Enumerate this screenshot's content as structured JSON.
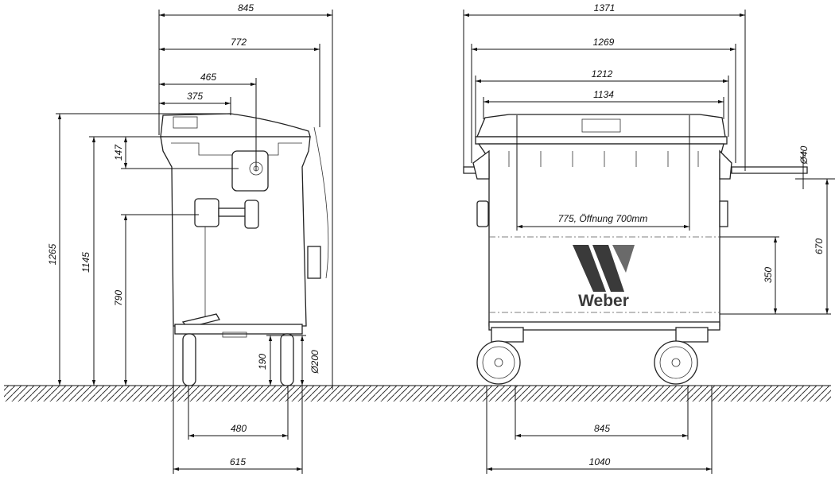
{
  "side_view": {
    "dims": {
      "overall_width": "845",
      "width_to_hinge": "772",
      "axis_distance": "465",
      "lid_handle": "375",
      "total_height": "1265",
      "rim_height": "1145",
      "handle_height": "790",
      "rim_to_axis": "147",
      "axle_height": "190",
      "wheel_diameter": "Ø200",
      "wheel_track": "480",
      "base_depth": "615"
    }
  },
  "front_view": {
    "dims": {
      "overall_width": "1371",
      "lift_bar_width": "1269",
      "trunnion_width": "1212",
      "lid_width": "1134",
      "opening": "775, Öffnung 700mm",
      "bar_diameter": "Ø40",
      "bar_height": "670",
      "label_zone_height": "350",
      "wheel_spacing": "845",
      "base_width": "1040"
    },
    "logo": {
      "text": "Weber",
      "color_dark": "#3a3a3a",
      "color_light": "#6a6a6a"
    }
  }
}
